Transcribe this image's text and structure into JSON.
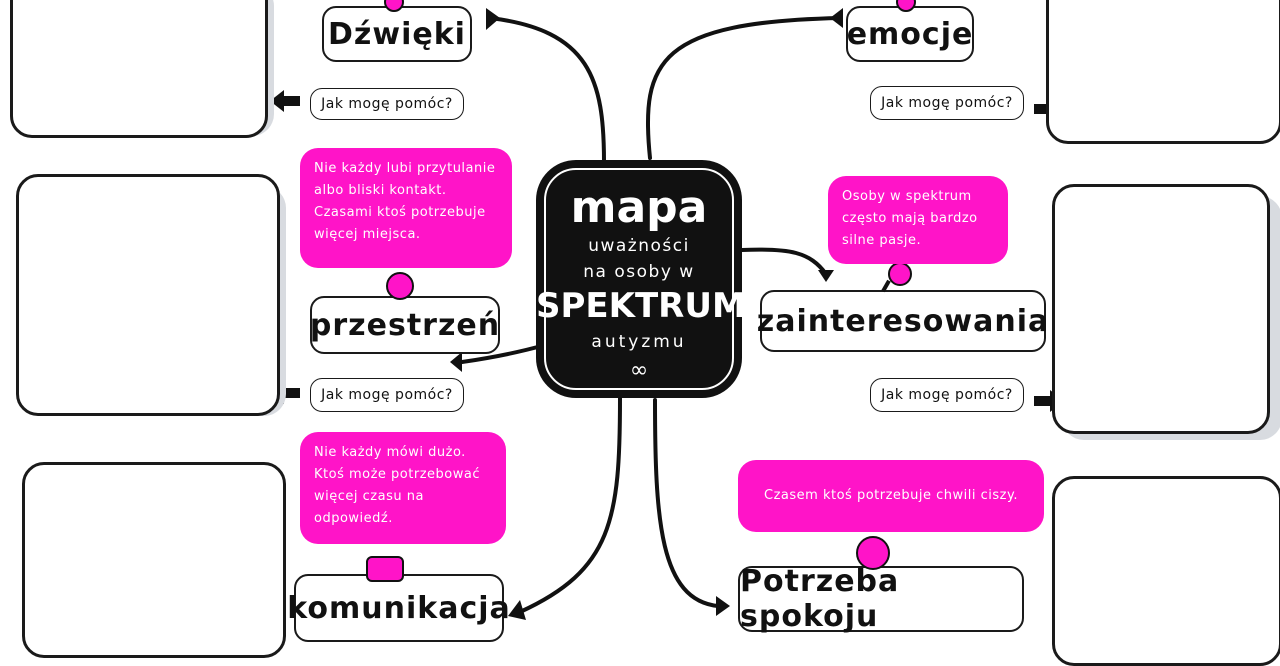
{
  "center": {
    "title": "mapa",
    "line1": "uważności",
    "line2": "na osoby w",
    "line3": "SPEKTRUM",
    "line4": "autyzmu",
    "symbol": "∞"
  },
  "topics": {
    "dzwieki": "Dźwięki",
    "emocje": "emocje",
    "przestrzen": "przestrzeń",
    "zainteresowania": "zainteresowania",
    "komunikacja": "komunikacja",
    "spokoj": "Potrzeba spokoju"
  },
  "help_label": "Jak mogę pomóc?",
  "bubbles": {
    "przestrzen": [
      "Nie każdy lubi przytulanie",
      "albo bliski kontakt.",
      "Czasami ktoś potrzebuje",
      "więcej miejsca."
    ],
    "zainteresowania": [
      "Osoby w spektrum",
      "często mają bardzo",
      "silne pasje."
    ],
    "komunikacja": [
      "Nie każdy mówi dużo.",
      "Ktoś może potrzebować",
      "więcej czasu na odpowiedź."
    ],
    "spokoj": [
      "Czasem ktoś potrzebuje chwili ciszy."
    ]
  },
  "colors": {
    "accent": "#ff14c8",
    "ink": "#111111",
    "shadow": "#d8dbe0"
  },
  "icons": [
    "ear-icon",
    "emotion-icon",
    "personal-space-icon",
    "magnifier-icon",
    "speech-bubble-icon",
    "calm-face-icon"
  ]
}
